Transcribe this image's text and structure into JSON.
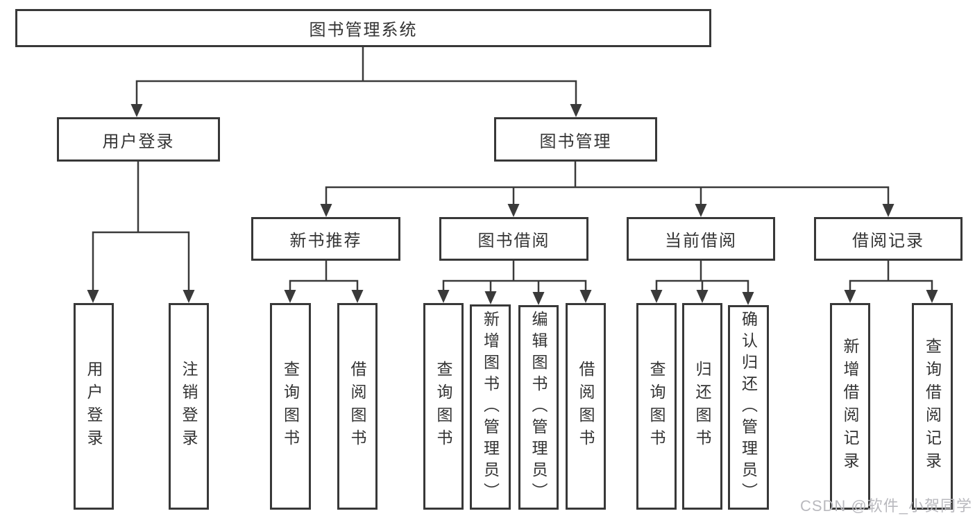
{
  "tree": {
    "root": {
      "label": "图书管理系统",
      "children": [
        {
          "label": "用户登录",
          "children": [
            {
              "label": "用户登录"
            },
            {
              "label": "注销登录"
            }
          ]
        },
        {
          "label": "图书管理",
          "children": [
            {
              "label": "新书推荐",
              "children": [
                {
                  "label": "查询图书"
                },
                {
                  "label": "借阅图书"
                }
              ]
            },
            {
              "label": "图书借阅",
              "children": [
                {
                  "label": "查询图书"
                },
                {
                  "label": "新增图书（管理员）"
                },
                {
                  "label": "编辑图书（管理员）"
                },
                {
                  "label": "借阅图书"
                }
              ]
            },
            {
              "label": "当前借阅",
              "children": [
                {
                  "label": "查询图书"
                },
                {
                  "label": "归还图书"
                },
                {
                  "label": "确认归还（管理员）"
                }
              ]
            },
            {
              "label": "借阅记录",
              "children": [
                {
                  "label": "新增借阅记录"
                },
                {
                  "label": "查询借阅记录"
                }
              ]
            }
          ]
        }
      ]
    }
  },
  "watermark": {
    "text": "CSDN @软件_小贺同学"
  },
  "colors": {
    "line": "#3a3a3a",
    "border": "#383838",
    "text": "#333333",
    "watermark": "#b9b9be",
    "background": "#ffffff"
  }
}
